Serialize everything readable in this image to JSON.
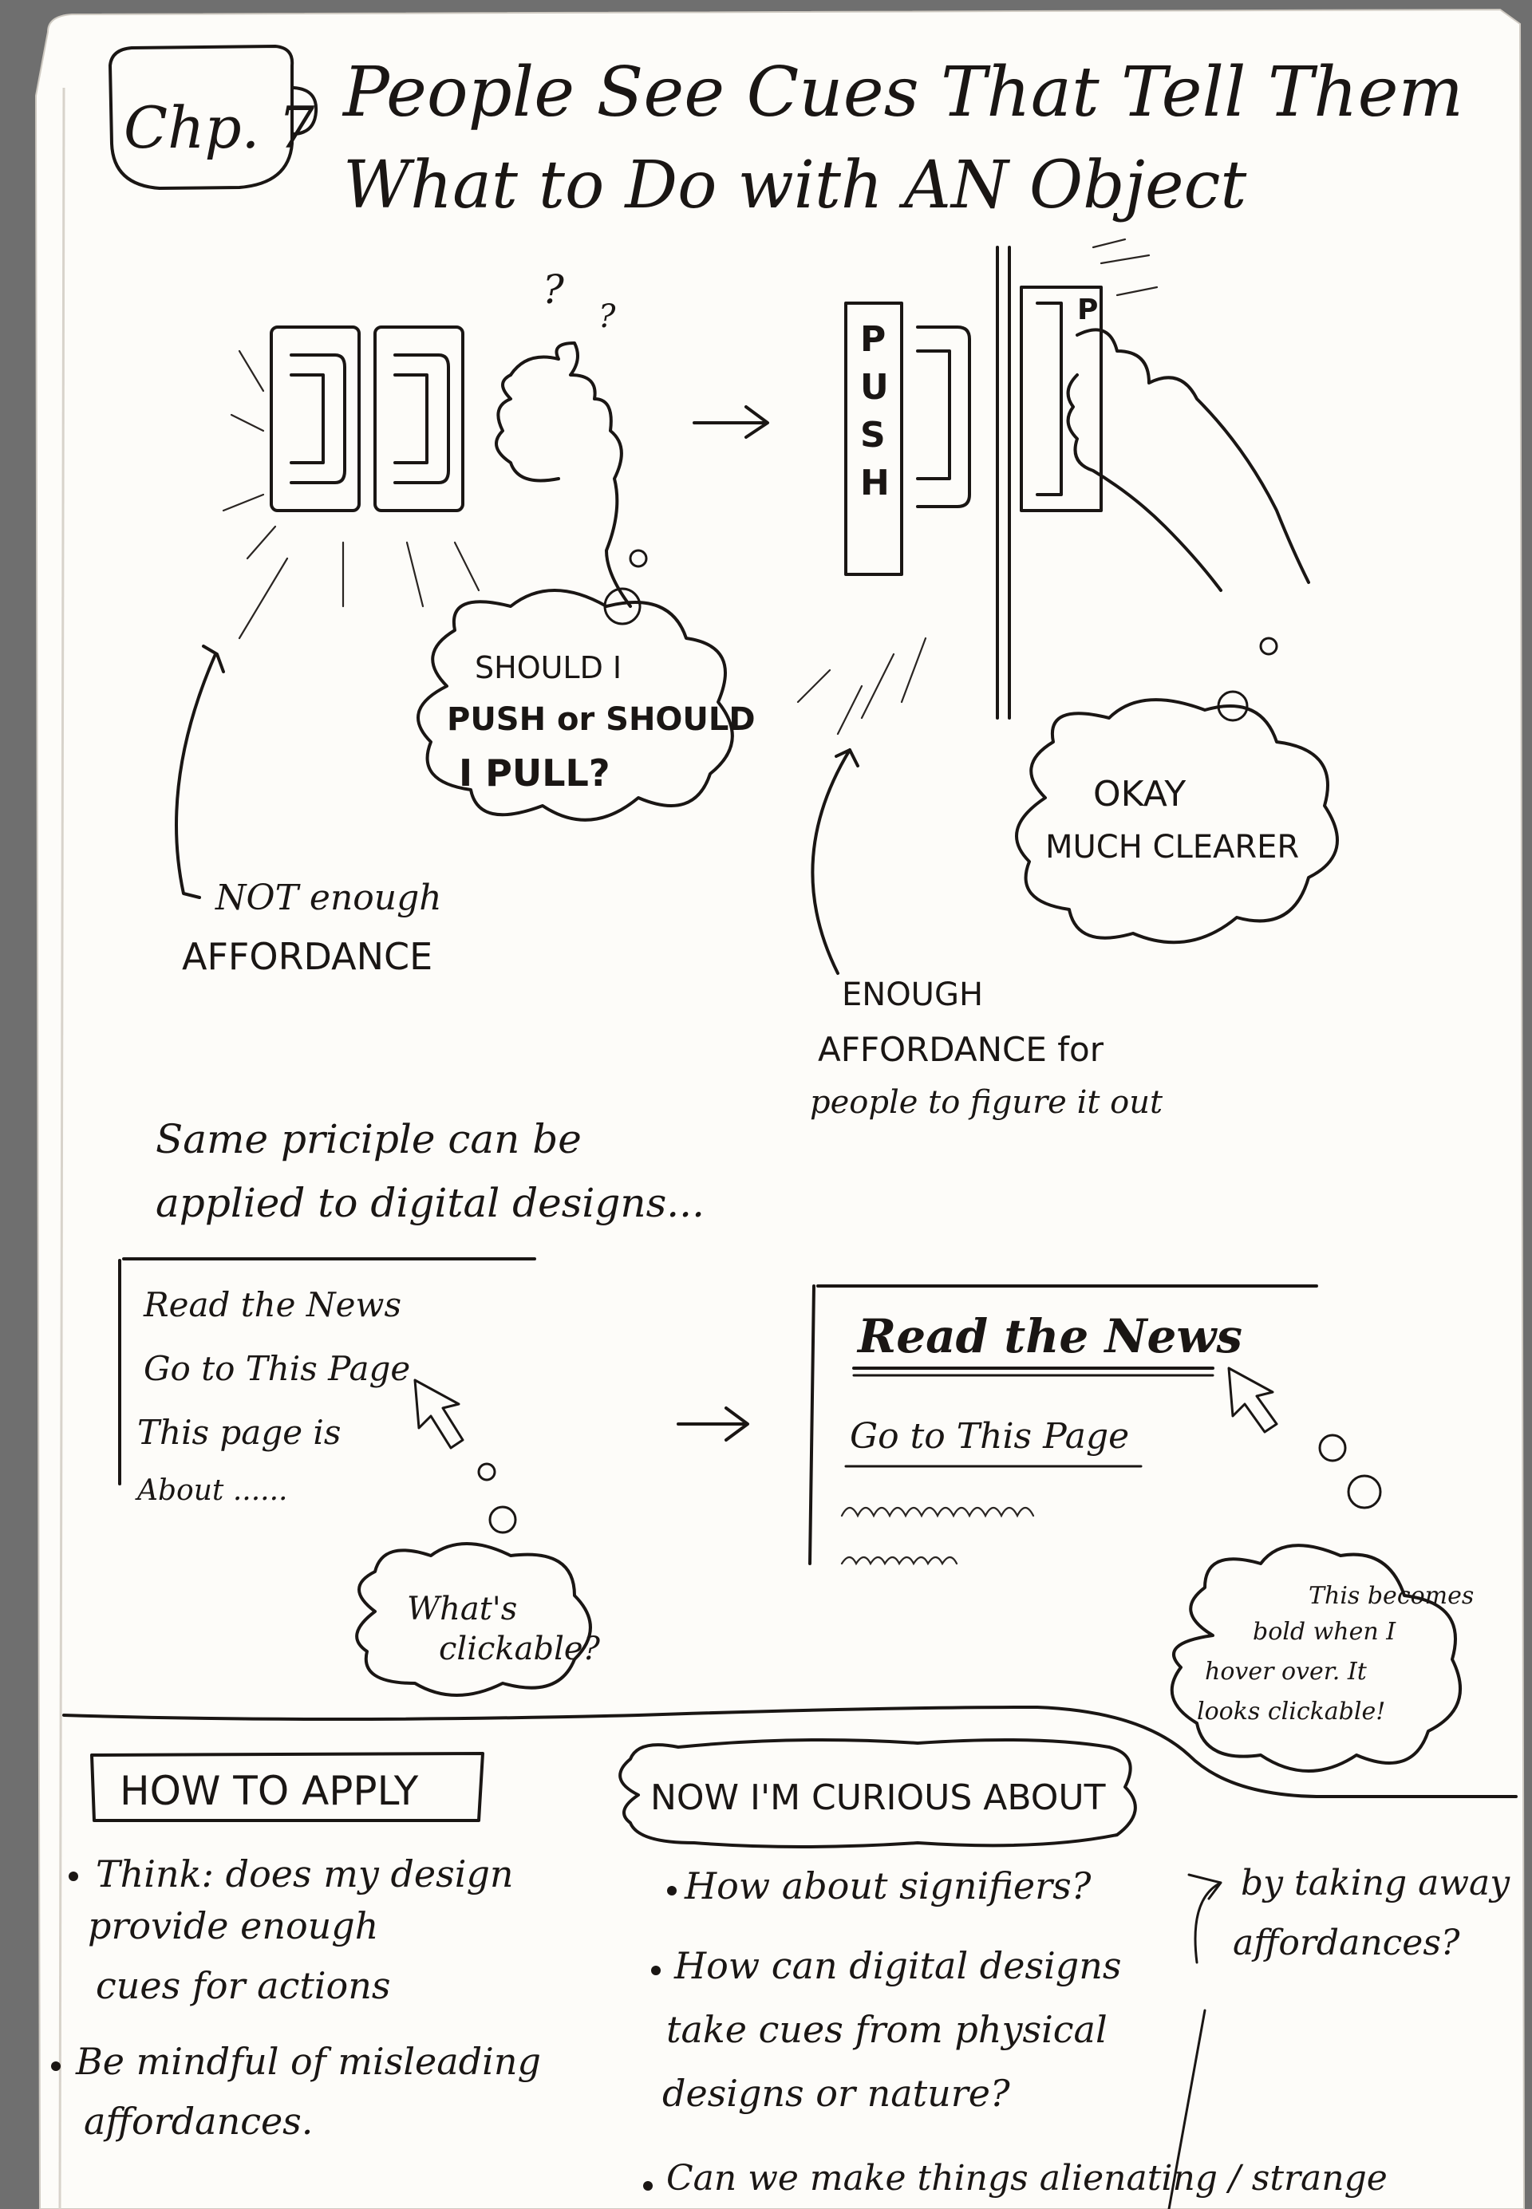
{
  "header": {
    "chapter": "Chp. 7",
    "title_line1": "People See Cues That Tell Them",
    "title_line2": "What to Do with AN Object"
  },
  "door_example": {
    "door_sign": [
      "P",
      "U",
      "S",
      "H"
    ],
    "door_corner_letter": "P",
    "question_marks": [
      "?",
      "?"
    ],
    "thought_left": [
      "SHOULD I",
      "PUSH or SHOULD",
      "I  PULL?"
    ],
    "label_left": [
      "NOT enough",
      "AFFORDANCE"
    ],
    "thought_right": [
      "OKAY",
      "MUCH CLEARER"
    ],
    "label_right": [
      "ENOUGH",
      "AFFORDANCE for",
      "people to figure it out"
    ]
  },
  "digital_example": {
    "intro": [
      "Same priciple can be",
      "applied to digital designs..."
    ],
    "left_list": [
      "Read the News",
      "Go to This Page",
      "This page is",
      "About ......"
    ],
    "left_thought": [
      "What's",
      "clickable?"
    ],
    "right_link1": "Read the News",
    "right_link2": "Go to This Page",
    "right_thought": [
      "This becomes",
      "bold when I",
      "hover over. It",
      "looks clickable!"
    ]
  },
  "how_to_apply": {
    "heading": "HOW TO APPLY",
    "items": [
      [
        "Think: does my design",
        "provide enough",
        "cues for actions"
      ],
      [
        "Be mindful of misleading",
        "affordances."
      ]
    ]
  },
  "curious": {
    "heading": "NOW I'M CURIOUS ABOUT",
    "items": [
      [
        "How about signifiers?"
      ],
      [
        "How can digital designs",
        "take cues from physical",
        "designs or nature?"
      ],
      [
        "Can we make things alienating / strange"
      ]
    ],
    "side_note": [
      "by taking away",
      "affordances?"
    ]
  },
  "colors": {
    "paper": "#fdfcf9",
    "ink": "#1a1614",
    "background": "#6f6f6f"
  }
}
